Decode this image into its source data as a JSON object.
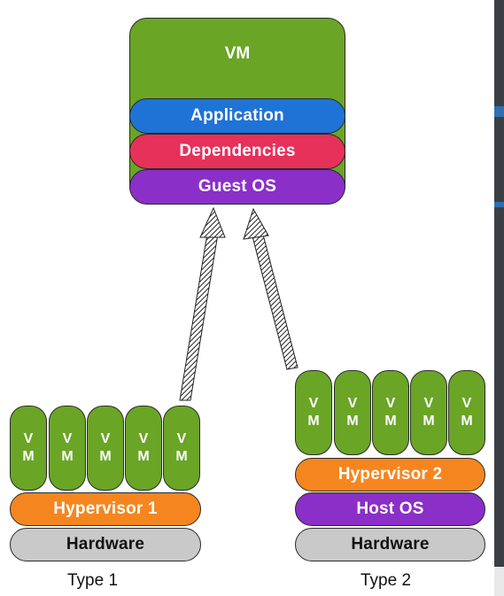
{
  "vm_stack": {
    "title": "VM",
    "layers": [
      "Application",
      "Dependencies",
      "Guest OS"
    ]
  },
  "type1": {
    "vm_labels": [
      [
        "V",
        "M"
      ],
      [
        "V",
        "M"
      ],
      [
        "V",
        "M"
      ],
      [
        "V",
        "M"
      ],
      [
        "V",
        "M"
      ]
    ],
    "hypervisor": "Hypervisor 1",
    "hardware": "Hardware",
    "caption": "Type 1"
  },
  "type2": {
    "vm_labels": [
      [
        "V",
        "M"
      ],
      [
        "V",
        "M"
      ],
      [
        "V",
        "M"
      ],
      [
        "V",
        "M"
      ],
      [
        "V",
        "M"
      ]
    ],
    "hypervisor": "Hypervisor 2",
    "host_os": "Host OS",
    "hardware": "Hardware",
    "caption": "Type 2"
  },
  "colors": {
    "vm_green": "#6aa526",
    "application_blue": "#1f73d6",
    "dependencies_red": "#e6315a",
    "guest_os_purple": "#8a2fc7",
    "hypervisor_orange": "#f5861f",
    "host_os_purple": "#8a2fc7",
    "hardware_gray": "#c9c9c9"
  }
}
